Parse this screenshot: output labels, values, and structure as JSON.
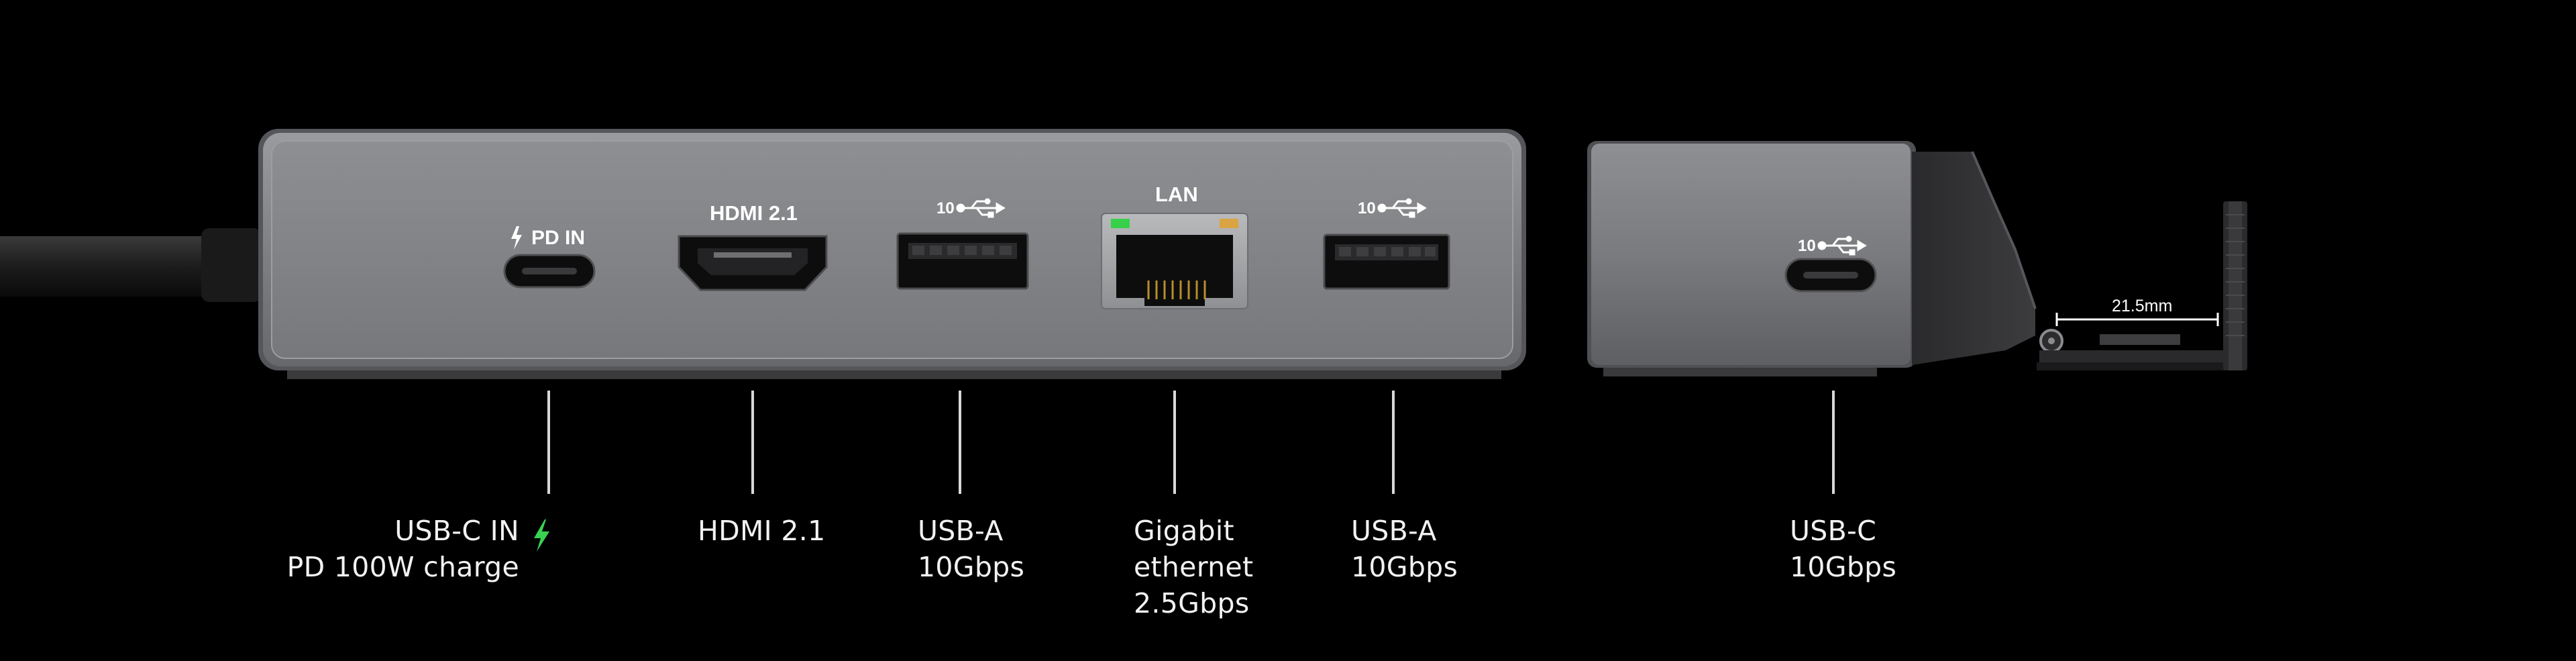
{
  "device_labels": {
    "pd_in": "PD IN",
    "hdmi": "HDMI 2.1",
    "usb_a_speed_1": "10",
    "lan": "LAN",
    "usb_a_speed_2": "10",
    "usb_c_speed": "10",
    "dimension": "21.5mm"
  },
  "callouts": {
    "usb_c_in": {
      "line1": "USB-C IN",
      "line2": "PD 100W charge"
    },
    "hdmi": {
      "line1": "HDMI 2.1"
    },
    "usb_a_1": {
      "line1": "USB-A",
      "line2": "10Gbps"
    },
    "ethernet": {
      "line1": "Gigabit",
      "line2": "ethernet",
      "line3": "2.5Gbps"
    },
    "usb_a_2": {
      "line1": "USB-A",
      "line2": "10Gbps"
    },
    "usb_c": {
      "line1": "USB-C",
      "line2": "10Gbps"
    }
  },
  "colors": {
    "background": "#000000",
    "hub_body": "#77787b",
    "hub_face": "#8a8b8e",
    "port_black": "#0d0d0d",
    "charge_bolt": "#39d353",
    "led_green": "#37d04a",
    "led_amber": "#d9a441",
    "callout_line": "#d8d8d8"
  },
  "icons": [
    "lightning-bolt-icon",
    "usb-symbol-icon"
  ]
}
